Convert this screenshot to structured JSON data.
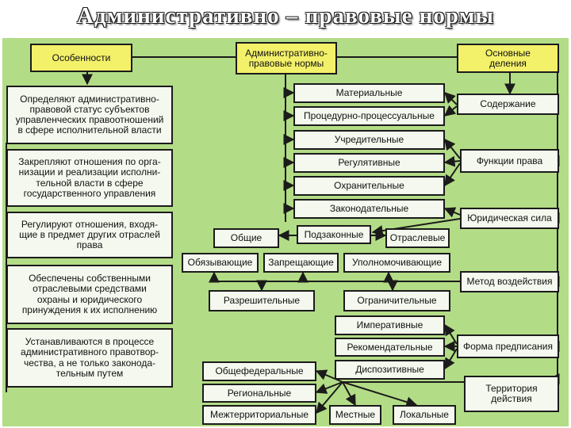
{
  "title": "Административно – правовые нормы",
  "headers": {
    "features": "Особенности",
    "center": "Административно-\nправовые нормы",
    "divisions": "Основные\nделения"
  },
  "features": [
    "Определяют административно-\nправовой статус субъектов\nуправленческих правоотношений\nв сфере исполнительной власти",
    "Закрепляют отношения по орга-\nнизации и реализации исполни-\nтельной власти в сфере\nгосударственного управления",
    "Регулируют отношения, входя-\nщие в предмет других отраслей\nправа",
    "Обеспечены собственными\nотраслевыми средствами\nохраны и юридического\nпринуждения к их исполнению",
    "Устанавливаются в процессе\nадминистративного правотвор-\nчества, а не только законода-\nтельным путем"
  ],
  "criteria": {
    "content": "Содержание",
    "functions": "Функции права",
    "legal_force": "Юридическая сила",
    "method": "Метод воздействия",
    "form": "Форма предписания",
    "territory": "Территория\nдействия"
  },
  "types": {
    "material": "Материальные",
    "procedural": "Процедурно-процессуальные",
    "founding": "Учредительные",
    "regulatory": "Регулятивные",
    "protective": "Охранительные",
    "legislative": "Законодательные",
    "bylaw": "Подзаконные",
    "general": "Общие",
    "sectoral": "Отраслевые",
    "obliging": "Обязывающие",
    "prohibiting": "Запрещающие",
    "empowering": "Уполномочивающие",
    "permissive": "Разрешительные",
    "restrictive": "Ограничительные",
    "imperative": "Императивные",
    "recommendatory": "Рекомендательные",
    "dispositive": "Диспозитивные",
    "federal": "Общефедеральные",
    "regional": "Региональные",
    "interterritorial": "Межтерриториальные",
    "local": "Местные",
    "local_acts": "Локальные"
  },
  "colors": {
    "background": "#b3dc86",
    "header_box": "#f3f06a",
    "box": "#f4f8ee",
    "line": "#1b1b1b"
  }
}
